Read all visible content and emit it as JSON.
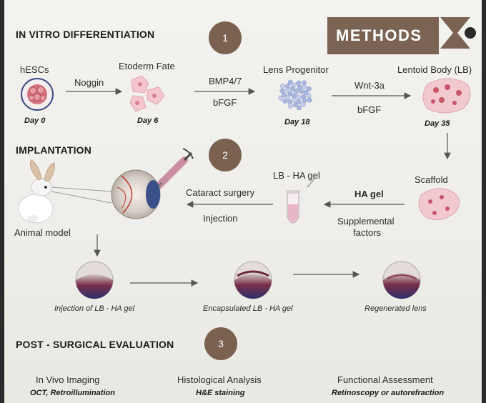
{
  "header": {
    "section1_title": "IN VITRO DIFFERENTIATION",
    "step1": "1",
    "methods_label": "METHODS"
  },
  "stage1": {
    "hescs": "hESCs",
    "day0": "Day 0",
    "noggin": "Noggin",
    "etoderm": "Etoderm Fate",
    "day6": "Day 6",
    "bmp": "BMP4/7",
    "bfgf1": "bFGF",
    "lens_progenitor": "Lens Progenitor",
    "day18": "Day 18",
    "wnt": "Wnt-3a",
    "bfgf2": "bFGF",
    "lentoid": "Lentoid Body (LB)",
    "day35": "Day 35"
  },
  "stage2": {
    "title": "IMPLANTATION",
    "step2": "2",
    "scaffold": "Scaffold",
    "lb_ha_gel": "LB - HA gel",
    "ha_gel": "HA gel",
    "supplemental": "Supplemental",
    "factors": "factors",
    "cataract": "Cataract surgery",
    "injection": "Injection",
    "animal_model": "Animal model",
    "cap_injection": "Injection of  LB - HA gel",
    "cap_encapsulated": "Encapsulated LB - HA gel",
    "cap_regenerated": "Regenerated lens"
  },
  "stage3": {
    "title": "POST - SURGICAL EVALUATION",
    "step3": "3",
    "vivo": "In Vivo Imaging",
    "vivo_sub": "OCT, Retroillumination",
    "histo": "Histological Analysis",
    "histo_sub": "H&E staining",
    "functional": "Functional Assessment",
    "functional_sub": "Retinoscopy or autorefraction"
  },
  "colors": {
    "accent_brown": "#7b6353",
    "cell_pink": "#e9a8b4",
    "progenitor_blue": "#a9b6dd"
  }
}
